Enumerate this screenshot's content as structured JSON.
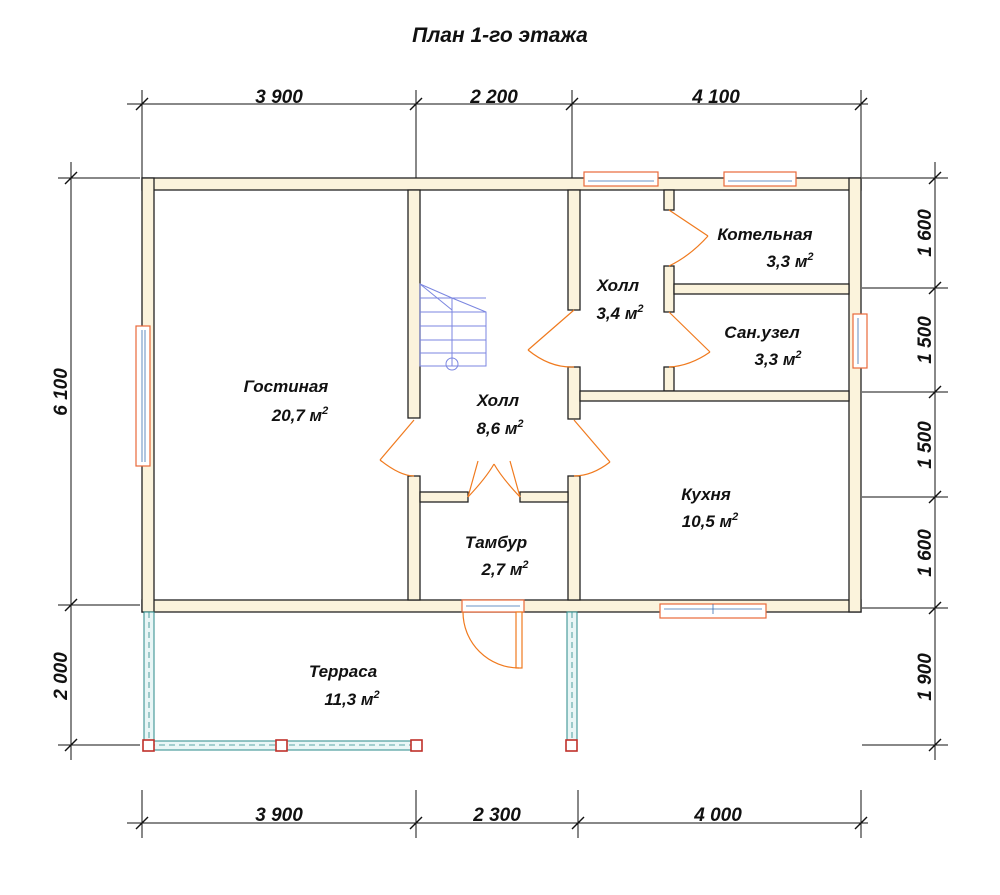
{
  "title": "План 1-го этажа",
  "rooms": {
    "living": {
      "name": "Гостиная",
      "area": "20,7 м",
      "sup": "2"
    },
    "hall_c": {
      "name": "Холл",
      "area": "8,6 м",
      "sup": "2"
    },
    "hall_s": {
      "name": "Холл",
      "area": "3,4 м",
      "sup": "2"
    },
    "boiler": {
      "name": "Котельная",
      "area": "3,3 м",
      "sup": "2"
    },
    "bath": {
      "name": "Сан.узел",
      "area": "3,3 м",
      "sup": "2"
    },
    "kitchen": {
      "name": "Кухня",
      "area": "10,5 м",
      "sup": "2"
    },
    "vest": {
      "name": "Тамбур",
      "area": "2,7 м",
      "sup": "2"
    },
    "terrace": {
      "name": "Терраса",
      "area": "11,3 м",
      "sup": "2"
    }
  },
  "dimensions": {
    "top": [
      "3 900",
      "2 200",
      "4 100"
    ],
    "bottom": [
      "3 900",
      "2 300",
      "4 000"
    ],
    "left": [
      "6 100",
      "2 000"
    ],
    "right": [
      "1 600",
      "1 500",
      "1 500",
      "1 600",
      "1 900"
    ]
  }
}
